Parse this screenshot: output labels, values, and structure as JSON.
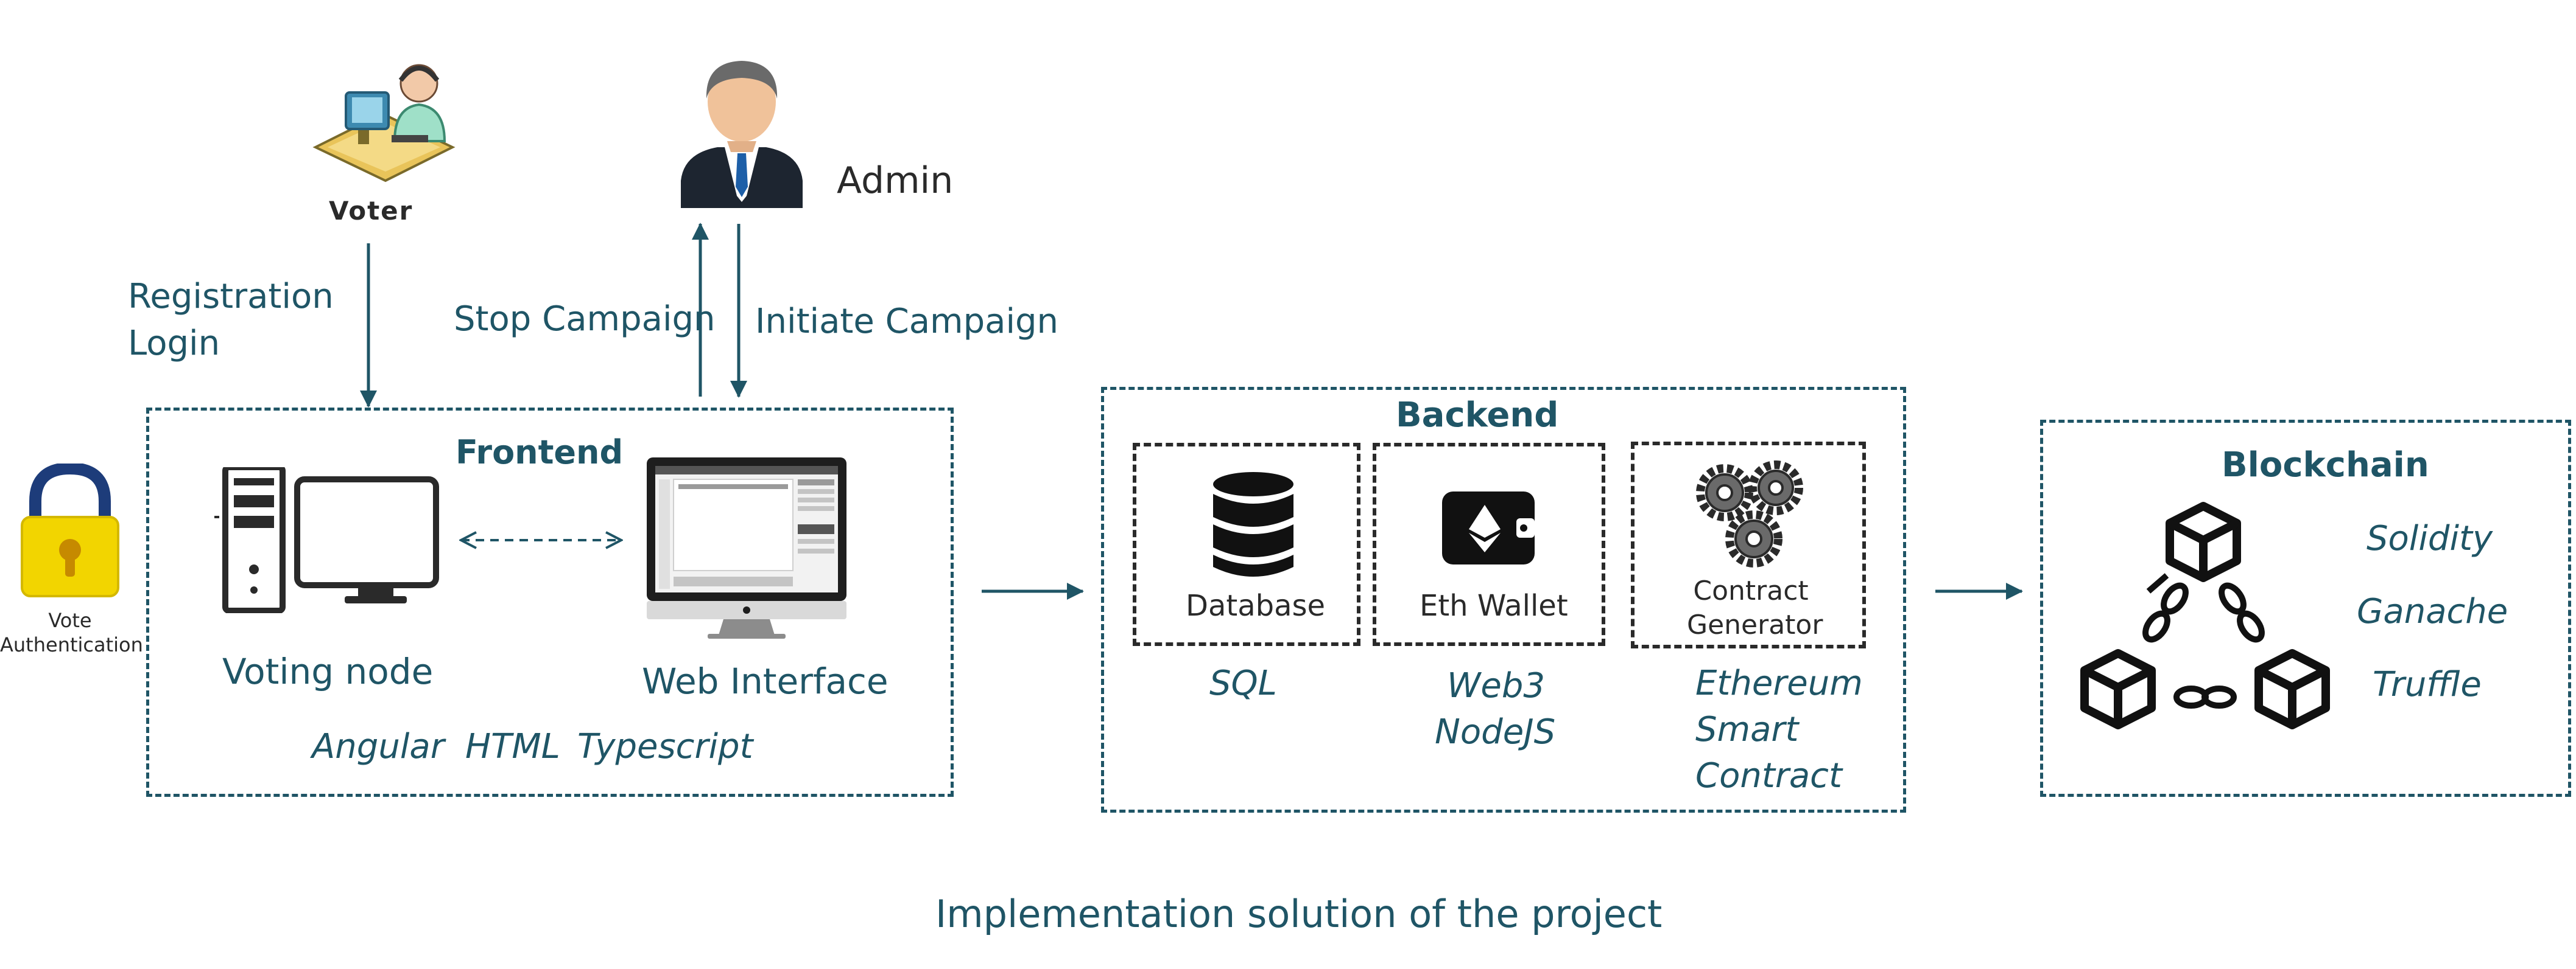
{
  "actors": {
    "voter": "Voter",
    "admin": "Admin",
    "vote_auth": [
      "Vote",
      "Authentication"
    ]
  },
  "flows": {
    "registration": "Registration",
    "login": "Login",
    "stop_campaign": "Stop Campaign",
    "initiate_campaign": "Initiate Campaign"
  },
  "frontend": {
    "title": "Frontend",
    "voting_node": "Voting node",
    "web_interface": "Web Interface",
    "tech": [
      "Angular",
      "HTML",
      "Typescript"
    ]
  },
  "backend": {
    "title": "Backend",
    "database": "Database",
    "eth_wallet": "Eth Wallet",
    "contract_generator": [
      "Contract",
      "Generator"
    ],
    "sql": "SQL",
    "wallet_tech": [
      "Web3",
      "NodeJS"
    ],
    "contract_tech": [
      "Ethereum",
      "Smart",
      "Contract"
    ]
  },
  "blockchain": {
    "title": "Blockchain",
    "tech": [
      "Solidity",
      "Ganache",
      "Truffle"
    ]
  },
  "caption": "Implementation solution of the project",
  "colors": {
    "accent": "#1f5566",
    "lock": "#f2d500",
    "dark": "#2a2a2a"
  },
  "icons": [
    "voter-at-desk-icon",
    "admin-person-icon",
    "padlock-icon",
    "desktop-computer-icon",
    "monitor-web-icon",
    "database-icon",
    "ethereum-wallet-icon",
    "gears-icon",
    "blockchain-cubes-icon"
  ]
}
